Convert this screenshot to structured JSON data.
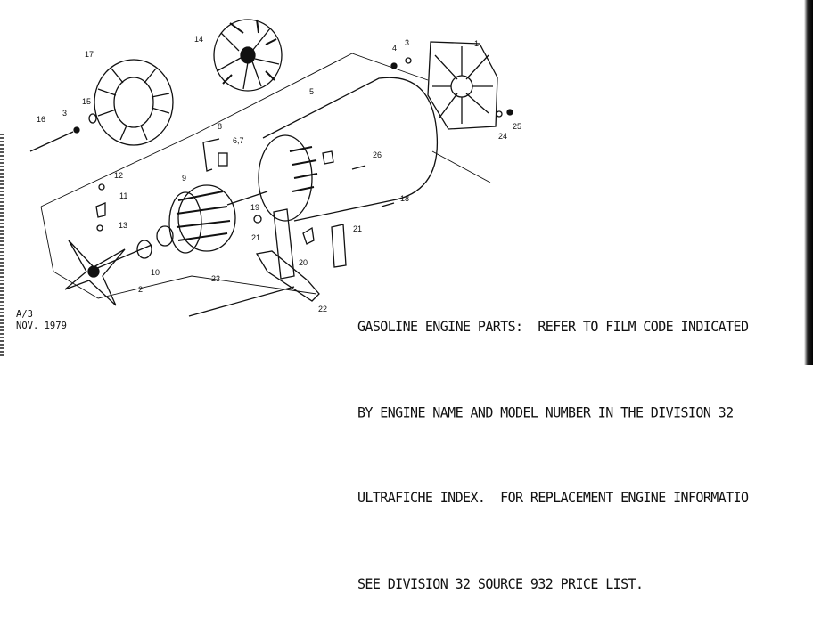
{
  "doc_code": {
    "line1": "A/3",
    "line2": "NOV. 1979"
  },
  "info_lines": [
    "GASOLINE ENGINE PARTS:  REFER TO FILM CODE INDICATED",
    "BY ENGINE NAME AND MODEL NUMBER IN THE DIVISION 32",
    "ULTRAFICHE INDEX.  FOR REPLACEMENT ENGINE INFORMATIO",
    "SEE DIVISION 32 SOURCE 932 PRICE LIST."
  ],
  "part_callouts": [
    "1",
    "2",
    "3",
    "4",
    "5",
    "6,7",
    "8",
    "9",
    "10",
    "11",
    "12",
    "13",
    "14",
    "15",
    "16",
    "17",
    "18",
    "19",
    "20",
    "21",
    "22",
    "23",
    "24",
    "25",
    "26"
  ]
}
